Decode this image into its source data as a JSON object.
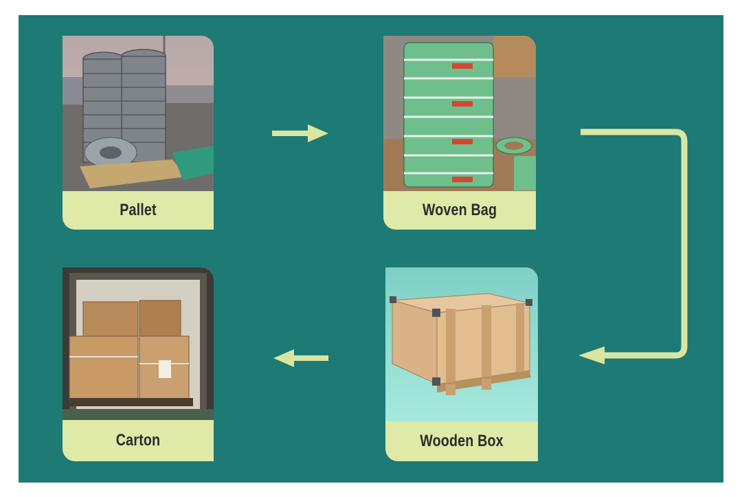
{
  "cards": [
    {
      "label": "Pallet",
      "image": "pallet-photo"
    },
    {
      "label": "Woven Bag",
      "image": "woven-bag-photo"
    },
    {
      "label": "Wooden Box",
      "image": "wooden-box-photo"
    },
    {
      "label": "Carton",
      "image": "carton-photo"
    }
  ],
  "colors": {
    "background": "#1d7a74",
    "card": "#dfe9a8",
    "arrow": "#d9e6a2"
  },
  "flow": [
    "Pallet",
    "Woven Bag",
    "Wooden Box",
    "Carton"
  ]
}
